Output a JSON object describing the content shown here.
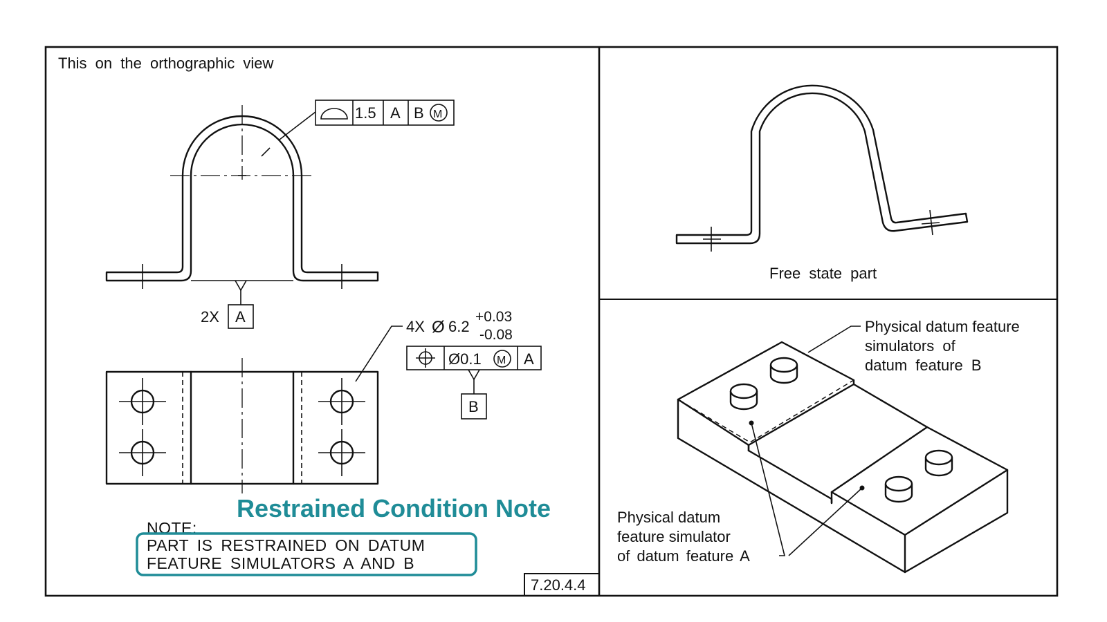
{
  "colors": {
    "accent": "#1f8c97",
    "ink": "#111111"
  },
  "panel_left": {
    "caption": "This on the orthographic view",
    "profile_fcf": {
      "symbol": "profile-of-surface-icon",
      "tolerance": "1.5",
      "datum_1": "A",
      "datum_2": "B",
      "modifier": "M"
    },
    "datum_a": {
      "count": "2X",
      "letter": "A"
    },
    "hole_callout": {
      "qty": "4X",
      "diameter_symbol": "Ø",
      "size": "6.2",
      "tol_plus": "+0.03",
      "tol_minus": "-0.08"
    },
    "position_fcf": {
      "symbol": "position-icon",
      "tolerance": "Ø0.1",
      "modifier": "M",
      "datum": "A"
    },
    "datum_b": {
      "letter": "B"
    },
    "overlay_title": "Restrained Condition Note",
    "note_label": "NOTE:",
    "note_line1": "PART IS RESTRAINED ON DATUM",
    "note_line2": "FEATURE SIMULATORS A AND B",
    "figure_number": "7.20.4.4"
  },
  "panel_top_right": {
    "caption": "Free state part"
  },
  "panel_bottom_right": {
    "label_b_line1": "Physical datum feature",
    "label_b_line2": "simulators of",
    "label_b_line3": "datum feature B",
    "label_a_line1": "Physical datum",
    "label_a_line2": "feature simulator",
    "label_a_line3": "of datum feature A"
  }
}
